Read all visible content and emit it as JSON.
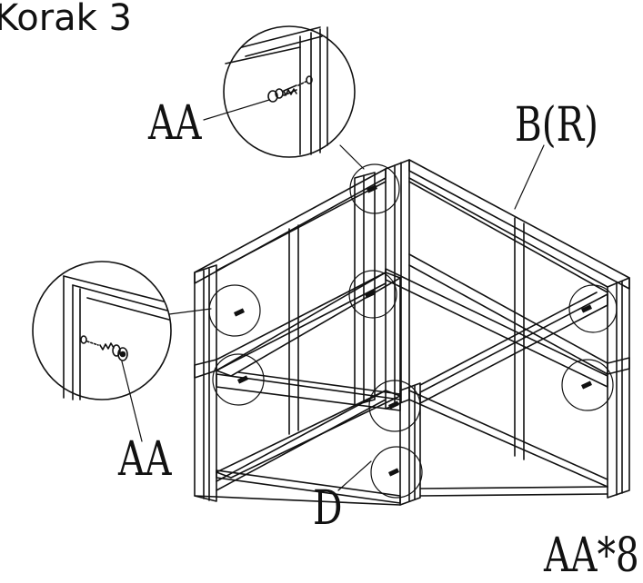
{
  "step_title": "Korak 3",
  "labels": {
    "aa_top_detail": "AA",
    "b_r": "B(R)",
    "aa_left_detail": "AA",
    "d": "D",
    "quantity": "AA*8"
  }
}
